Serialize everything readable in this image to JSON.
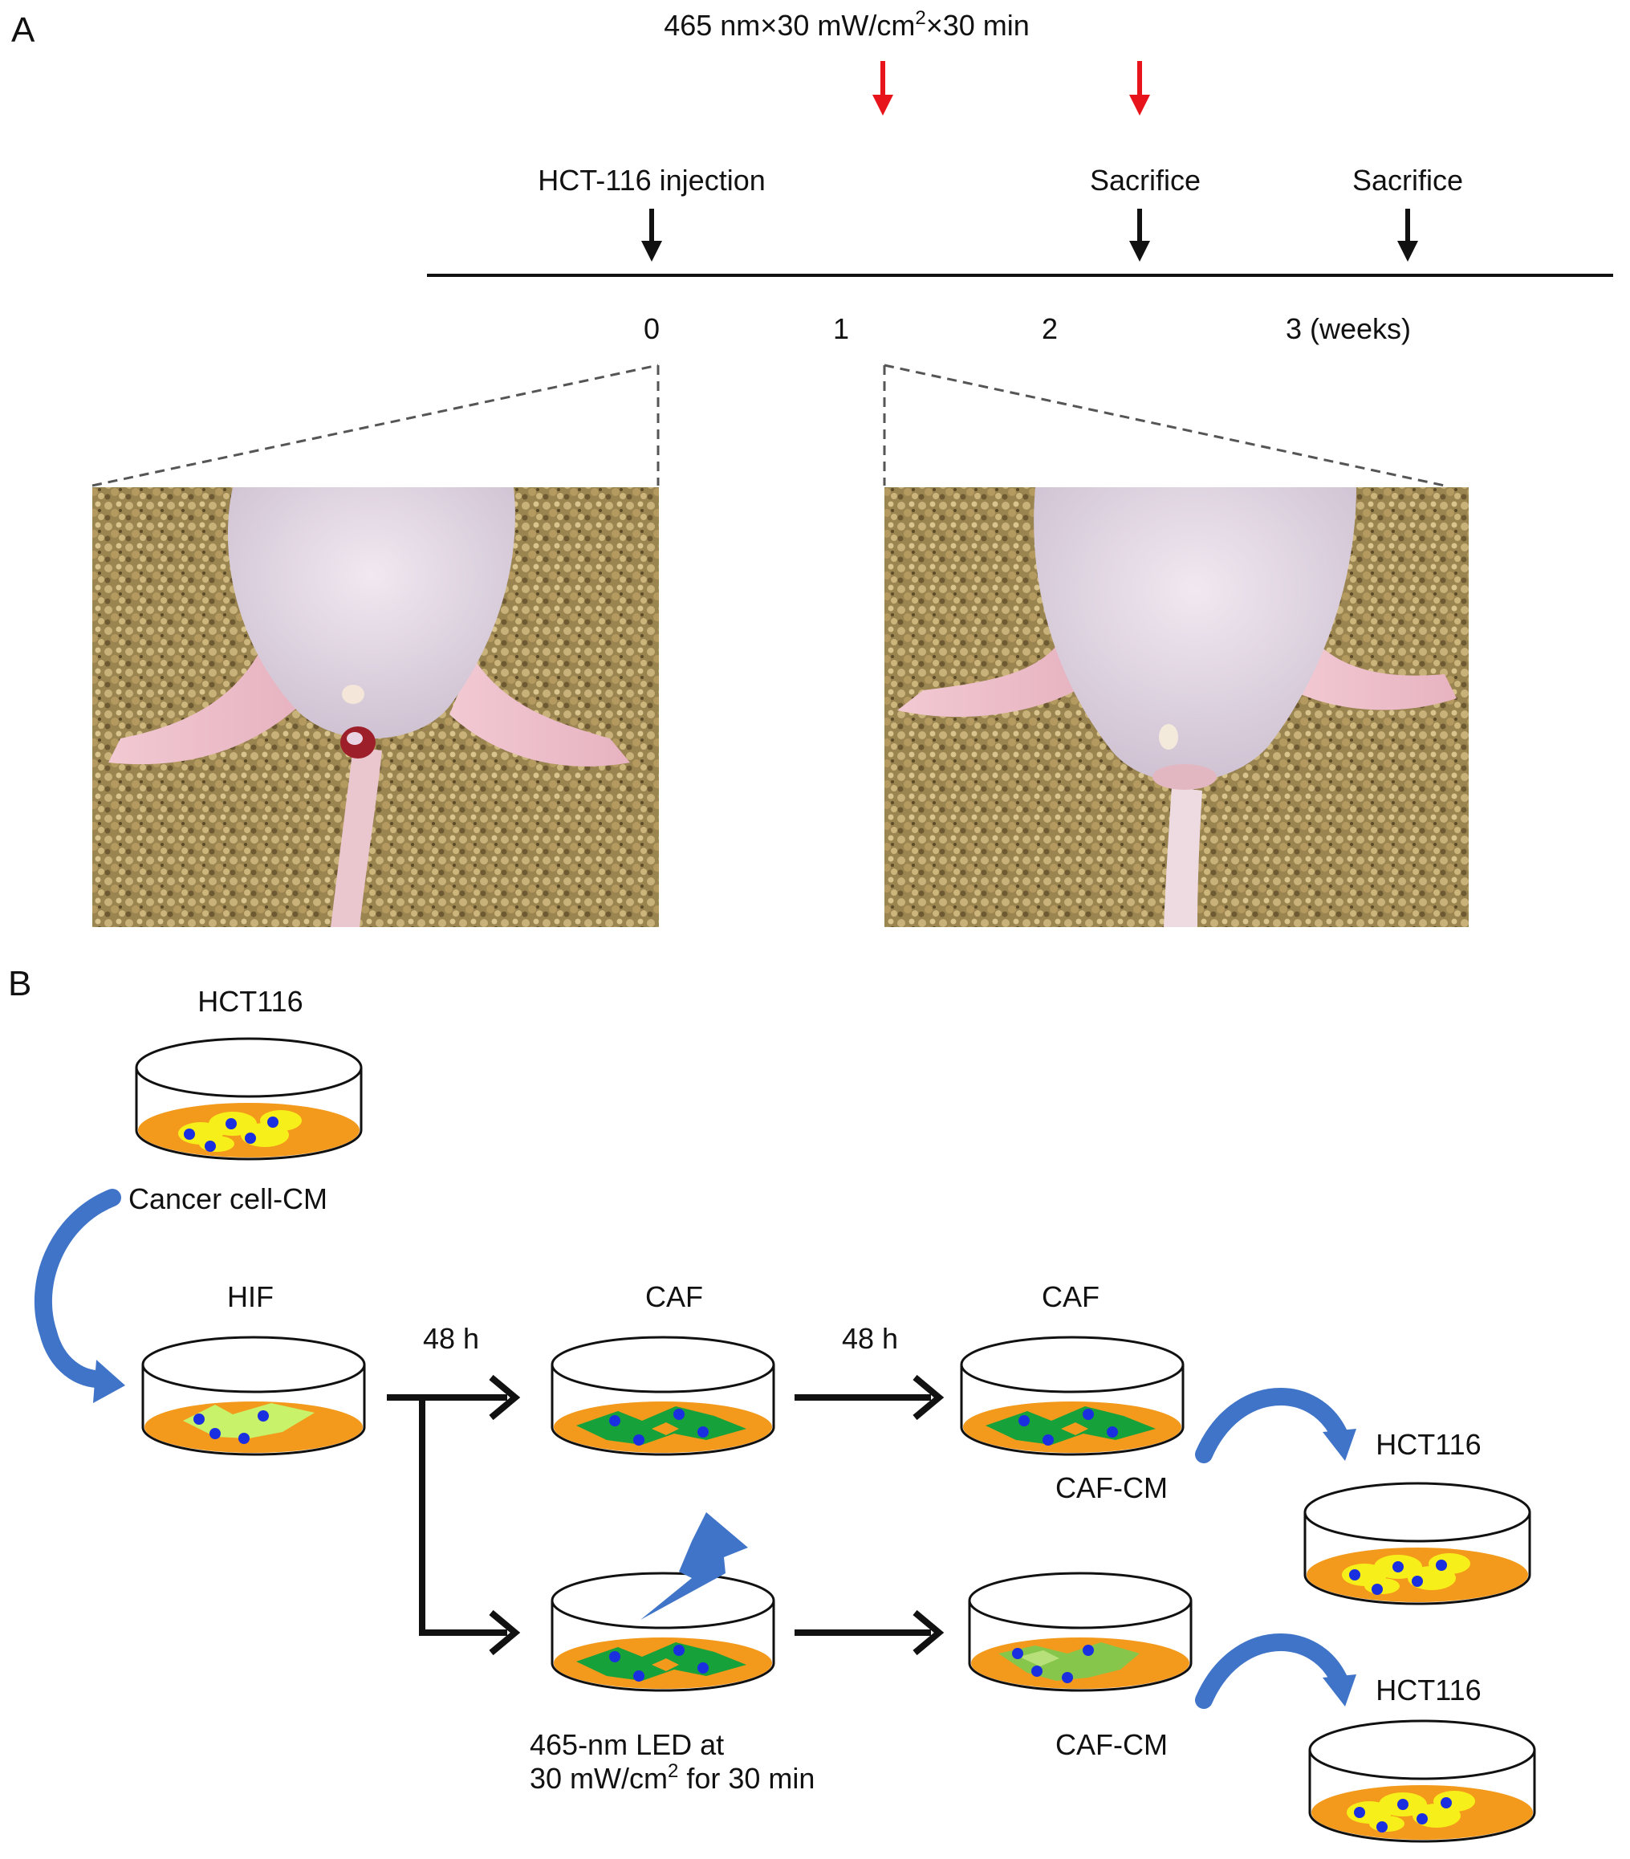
{
  "panel_a": {
    "letter": "A",
    "treatment_label": "465 nm×30 mW/cm",
    "treatment_sup": "2",
    "treatment_tail": "×30 min",
    "injection_label": "HCT-116 injection",
    "sacrifice_label_1": "Sacrifice",
    "sacrifice_label_2": "Sacrifice",
    "ticks": [
      "0",
      "1",
      "2",
      "3 (weeks)"
    ],
    "photo_left": "mouse-before-treatment-photo",
    "photo_right": "mouse-after-treatment-photo"
  },
  "panel_b": {
    "letter": "B",
    "top_dish_label": "HCT116",
    "cancer_cm_label": "Cancer cell-CM",
    "hif_label": "HIF",
    "caf_label_1": "CAF",
    "caf_label_2": "CAF",
    "time_1": "48 h",
    "time_2": "48 h",
    "caf_cm_label_1": "CAF-CM",
    "caf_cm_label_2": "CAF-CM",
    "hct_label_1": "HCT116",
    "hct_label_2": "HCT116",
    "led_line_1": "465-nm LED at",
    "led_line_2_main": "30 mW/cm",
    "led_line_2_sup": "2",
    "led_line_2_tail": " for 30 min"
  },
  "colors": {
    "medium": "#f39a1c",
    "cancer_cell": "#f7ef1a",
    "nucleus": "#1a2fe0",
    "caf_cell": "#16a13a",
    "hif_cell": "#c8f26a",
    "inactive_caf": "#86c64a",
    "curve_arrow": "#3f74c8",
    "treatment_arrow": "#e8141b",
    "bedding": "#a8915a",
    "mouse_skin": "#e6dbe6"
  }
}
